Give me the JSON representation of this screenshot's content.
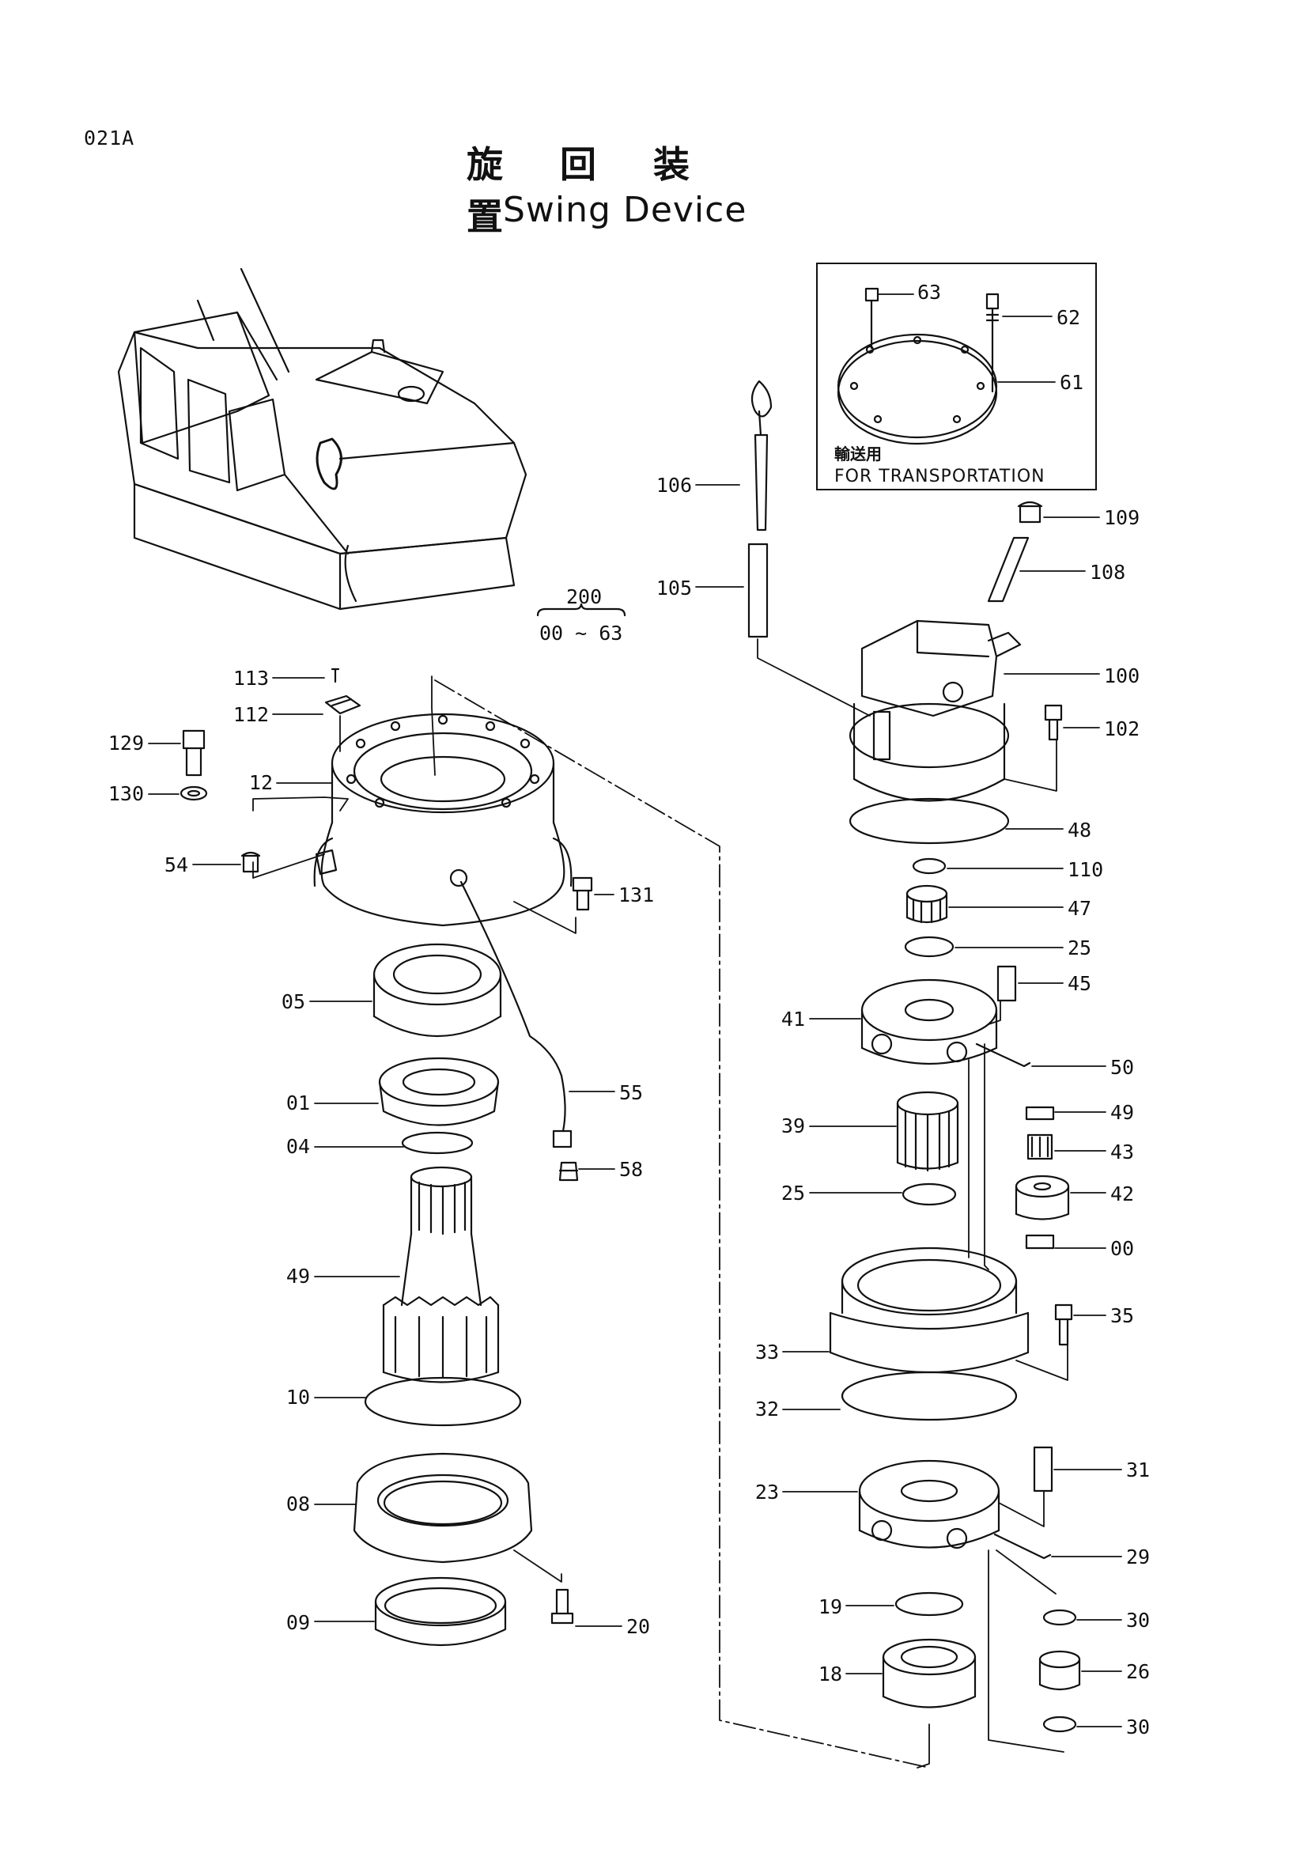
{
  "header": {
    "page_id": "021A",
    "title_jp": "旋 回 装 置",
    "title_en": "Swing Device"
  },
  "inset": {
    "label_jp": "輸送用",
    "label_en": "FOR TRANSPORTATION"
  },
  "group": {
    "ref": "200",
    "range": "00 ~ 63"
  },
  "callouts": [
    "63",
    "62",
    "61",
    "106",
    "109",
    "105",
    "108",
    "100",
    "102",
    "48",
    "113",
    "112",
    "129",
    "12",
    "130",
    "54",
    "131",
    "110",
    "47",
    "25",
    "45",
    "05",
    "41",
    "50",
    "01",
    "55",
    "49",
    "04",
    "39",
    "43",
    "58",
    "25",
    "42",
    "49",
    "00",
    "35",
    "33",
    "10",
    "32",
    "31",
    "23",
    "08",
    "29",
    "30",
    "19",
    "20",
    "09",
    "26",
    "18",
    "30"
  ]
}
